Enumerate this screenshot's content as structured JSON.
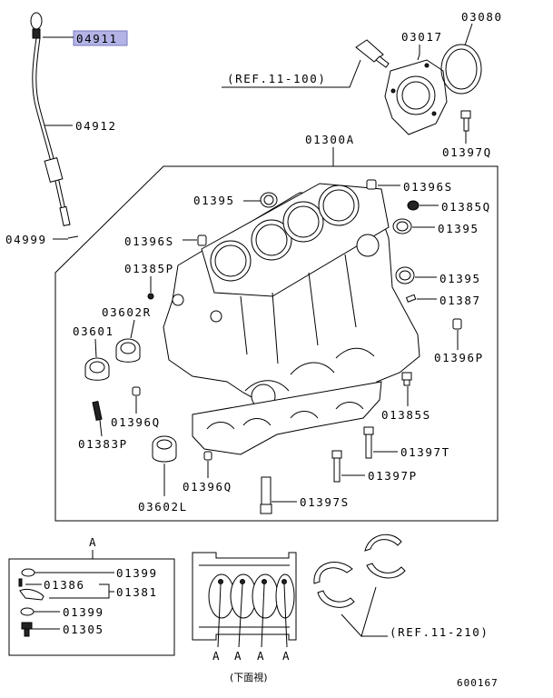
{
  "callouts": {
    "c04911": "04911",
    "c04912": "04912",
    "c04999": "04999",
    "c03080": "03080",
    "c03017": "03017",
    "ref_top": "(REF.11-100)",
    "c01397q": "01397Q",
    "c01300a": "01300A",
    "c01395_a": "01395",
    "c01396s_a": "01396S",
    "c01385q": "01385Q",
    "c01395_b": "01395",
    "c01396s_b": "01396S",
    "c01385p": "01385P",
    "c01395_c": "01395",
    "c01387": "01387",
    "c03602r": "03602R",
    "c03601": "03601",
    "c01396p": "01396P",
    "c01385s": "01385S",
    "c01396q_a": "01396Q",
    "c01383p": "01383P",
    "c01397t": "01397T",
    "c01397p": "01397P",
    "c03602l": "03602L",
    "c01396q_b": "01396Q",
    "c01397s": "01397S",
    "detail_a_title": "A",
    "c01399_a": "01399",
    "c01386": "01386",
    "c01381": "01381",
    "c01399_b": "01399",
    "c01305": "01305",
    "ref_bottom": "(REF.11-210)",
    "bottom_view": "(下面視)",
    "view_a1": "A",
    "view_a2": "A",
    "view_a3": "A",
    "view_a4": "A",
    "figure_no": "600167"
  },
  "highlight": {
    "part": "04911",
    "color": "#b3b3e6"
  }
}
